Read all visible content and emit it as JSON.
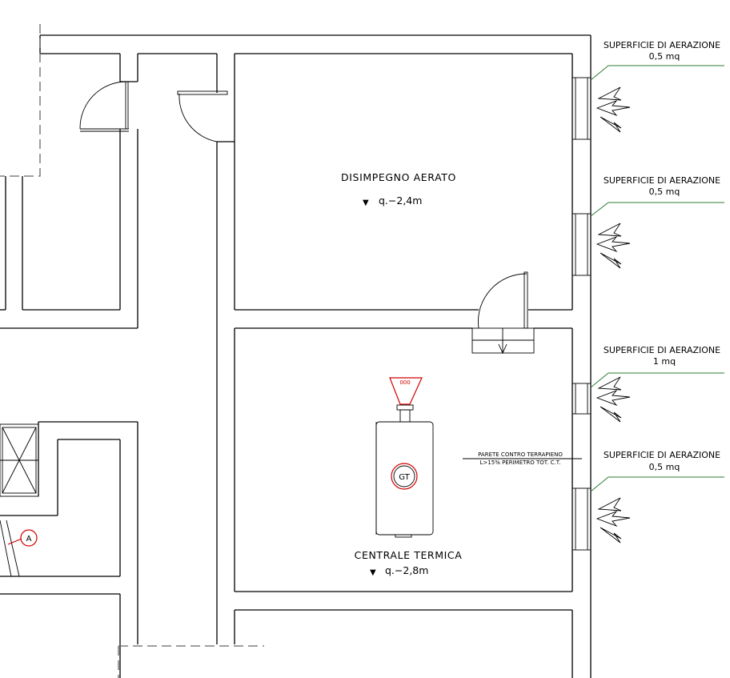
{
  "rooms": {
    "disimpegno": {
      "name": "DISIMPEGNO AERATO",
      "level": "q.−2,4m"
    },
    "centrale": {
      "name": "CENTRALE TERMICA",
      "level": "q.−2,8m"
    }
  },
  "ventilation": [
    {
      "title": "SUPERFICIE DI AERAZIONE",
      "area": "0,5 mq"
    },
    {
      "title": "SUPERFICIE DI AERAZIONE",
      "area": "0,5 mq"
    },
    {
      "title": "SUPERFICIE DI AERAZIONE",
      "area": "1 mq"
    },
    {
      "title": "SUPERFICIE DI AERAZIONE",
      "area": "0,5 mq"
    }
  ],
  "wall_note": {
    "line1": "PARETE CONTRO TERRAPIENO",
    "line2": "L>15% PERIMETRO TOT. C.T."
  },
  "equipment": {
    "boiler_label": "GT",
    "valve_label": "000"
  },
  "section_marker": "A",
  "level_symbol": "▼",
  "colors": {
    "annotation_red": "#d00000",
    "leader_green": "#2e7d32"
  }
}
